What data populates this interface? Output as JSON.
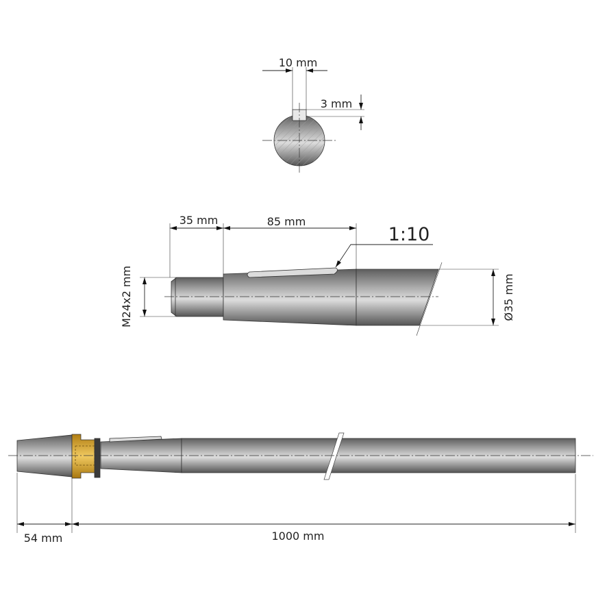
{
  "cross_section": {
    "key_width": "10 mm",
    "key_depth": "3 mm"
  },
  "shaft_end": {
    "thread_length": "35 mm",
    "taper_length": "85 mm",
    "taper_ratio": "1:10",
    "thread": "M24x2 mm",
    "diameter": "Ø35 mm"
  },
  "full_shaft": {
    "nut_length": "54 mm",
    "shaft_length": "1000 mm"
  },
  "colors": {
    "steel_dark": "#5a5a5a",
    "steel_light": "#e2e2e2",
    "brass": "#d4a52a"
  }
}
